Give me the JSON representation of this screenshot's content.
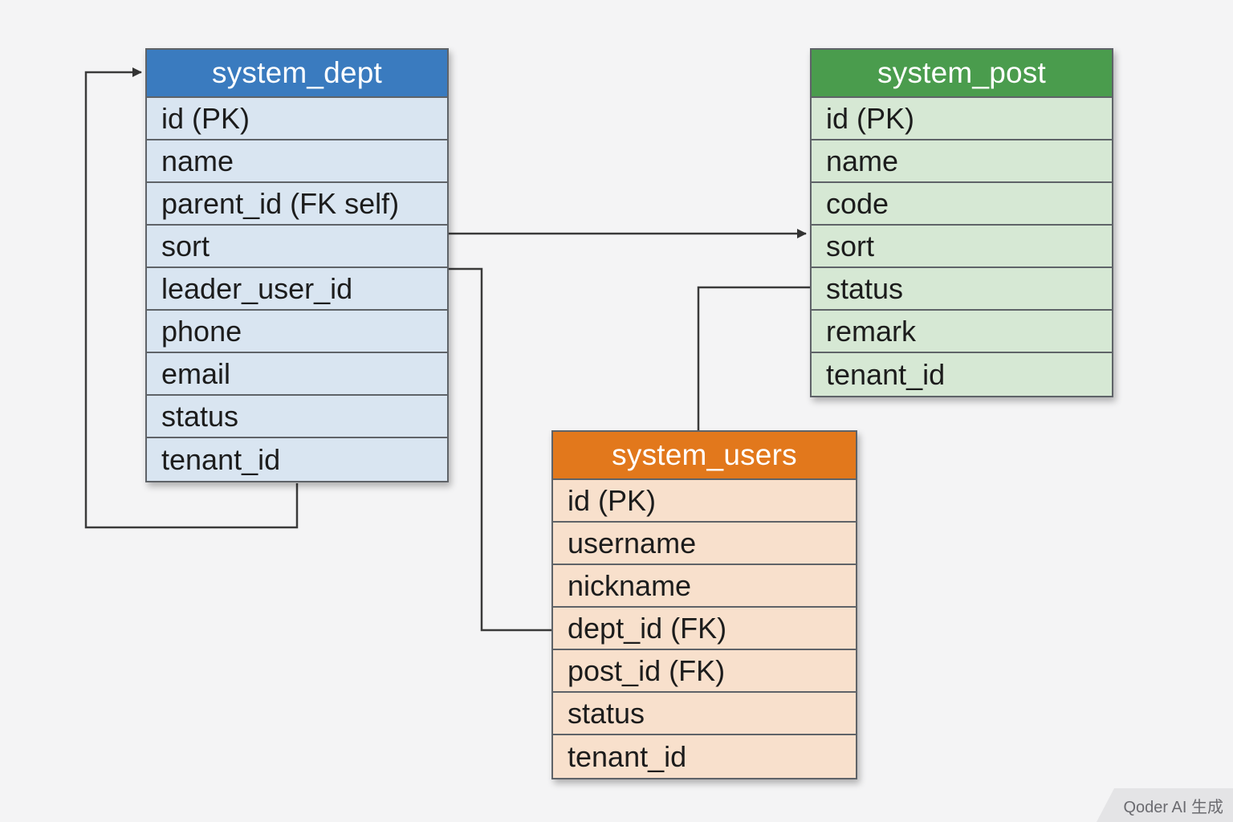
{
  "colors": {
    "system_dept": "#3a7bbf",
    "system_post": "#4a9c4d",
    "system_users": "#e2781c"
  },
  "entities": {
    "system_dept": {
      "title": "system_dept",
      "fields": [
        "id (PK)",
        "name",
        "parent_id (FK self)",
        "sort",
        "leader_user_id",
        "phone",
        "email",
        "status",
        "tenant_id"
      ]
    },
    "system_post": {
      "title": "system_post",
      "fields": [
        "id (PK)",
        "name",
        "code",
        "sort",
        "status",
        "remark",
        "tenant_id"
      ]
    },
    "system_users": {
      "title": "system_users",
      "fields": [
        "id (PK)",
        "username",
        "nickname",
        "dept_id (FK)",
        "post_id (FK)",
        "status",
        "tenant_id"
      ]
    }
  },
  "watermark": "Qoder AI 生成"
}
